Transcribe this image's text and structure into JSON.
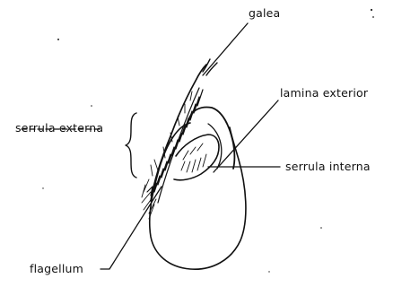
{
  "figure": {
    "labels": {
      "galea": "galea",
      "lamina_exterior": "lamina exterior",
      "serrula_externa": "serrula externa",
      "serrula_interna": "serrula interna",
      "flagellum": "flagellum"
    }
  },
  "colors": {
    "ink": "#111111",
    "paper": "#ffffff"
  }
}
